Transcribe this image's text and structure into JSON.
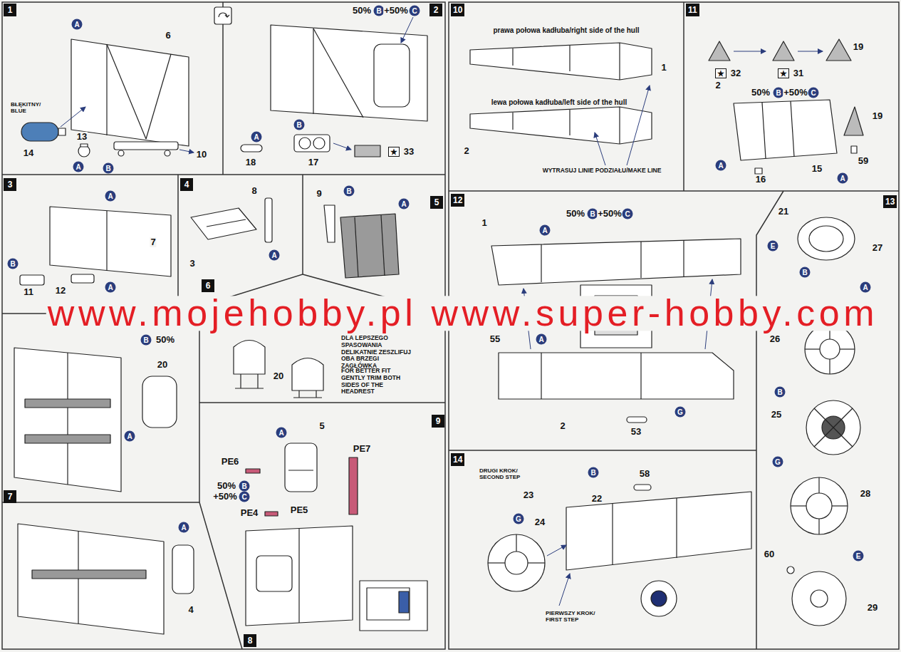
{
  "diagram": {
    "nodes": [
      {
        "text": [
          "1"
        ]
      },
      {
        "text": [
          "2"
        ]
      },
      {
        "text": [
          "3"
        ]
      },
      {
        "text": [
          "4"
        ]
      },
      {
        "text": [
          "5"
        ]
      },
      {
        "text": [
          "6"
        ]
      },
      {
        "text": [
          "7"
        ]
      },
      {
        "text": [
          "8"
        ]
      },
      {
        "text": [
          "9"
        ]
      },
      {
        "text": [
          "10"
        ]
      },
      {
        "text": [
          "11"
        ]
      },
      {
        "text": [
          "12"
        ]
      },
      {
        "text": [
          "13"
        ]
      },
      {
        "text": [
          "14"
        ]
      }
    ],
    "labels": [
      "A",
      "6",
      "BŁĘKITNY/ BLUE",
      "14",
      "13",
      "A",
      "B",
      "10",
      "50%",
      "B",
      "+50%",
      "C",
      "A",
      "18",
      "B",
      "17",
      "★",
      "33",
      "A",
      "B",
      "7",
      "11",
      "12",
      "A",
      "8",
      "3",
      "A",
      "9",
      "B",
      "A",
      "B",
      "50%",
      "20",
      "A",
      "DLA LEPSZEGO SPASOWANIA DELIKATNIE ZESZLIFUJ OBA BRZEGI ZAGŁÓWKA",
      "FOR BETTER FIT GENTLY TRIM BOTH SIDES OF THE HEADREST",
      "20",
      "A",
      "4",
      "A",
      "5",
      "PE6",
      "PE7",
      "50%",
      "B",
      "+50%",
      "C",
      "PE4",
      "PE5",
      "prawa połowa kadłuba/right side of the hull",
      "1",
      "lewa połowa kadłuba/left side of the hull",
      "2",
      "WYTRASUJ LINIE PODZIAŁU/MAKE LINE",
      "★",
      "32",
      "★",
      "31",
      "19",
      "2",
      "50%",
      "B",
      "+50%",
      "C",
      "19",
      "A",
      "16",
      "15",
      "A",
      "59",
      "1",
      "50%",
      "B",
      "+50%",
      "C",
      "A",
      "55",
      "A",
      "2",
      "53",
      "G",
      "21",
      "E",
      "27",
      "B",
      "A",
      "26",
      "B",
      "25",
      "G",
      "28",
      "60",
      "E",
      "29",
      "DRUGI KROK/ SECOND STEP",
      "B",
      "23",
      "22",
      "58",
      "G",
      "24",
      "PIERWSZY KROK/ FIRST STEP",
      "www.mojehobby.pl www.super-hobby.com"
    ]
  }
}
